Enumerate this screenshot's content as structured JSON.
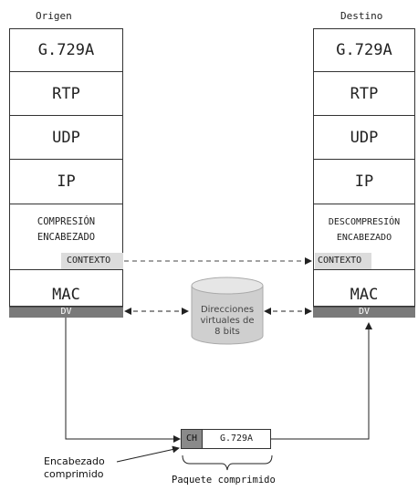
{
  "left_stack": {
    "title": "Origen",
    "layers": [
      "G.729A",
      "RTP",
      "UDP",
      "IP"
    ],
    "compression": [
      "COMPRESIÓN",
      "ENCABEZADO"
    ],
    "context": "CONTEXTO",
    "mac": "MAC",
    "dv": "DV"
  },
  "right_stack": {
    "title": "Destino",
    "layers": [
      "G.729A",
      "RTP",
      "UDP",
      "IP"
    ],
    "compression": [
      "DESCOMPRESIÓN",
      "ENCABEZADO"
    ],
    "context": "CONTEXTO",
    "mac": "MAC",
    "dv": "DV"
  },
  "cylinder": {
    "lines": [
      "Direcciones",
      "virtuales de",
      "8 bits"
    ]
  },
  "packet": {
    "ch": "CH",
    "payload": "G.729A",
    "brace_label": "Paquete comprimido",
    "pointer_label": [
      "Encabezado",
      "comprimido"
    ]
  },
  "colors": {
    "dv_fill": "#7a7a7a",
    "context_fill": "#dcdcdc",
    "ch_fill": "#8a8a8a"
  }
}
